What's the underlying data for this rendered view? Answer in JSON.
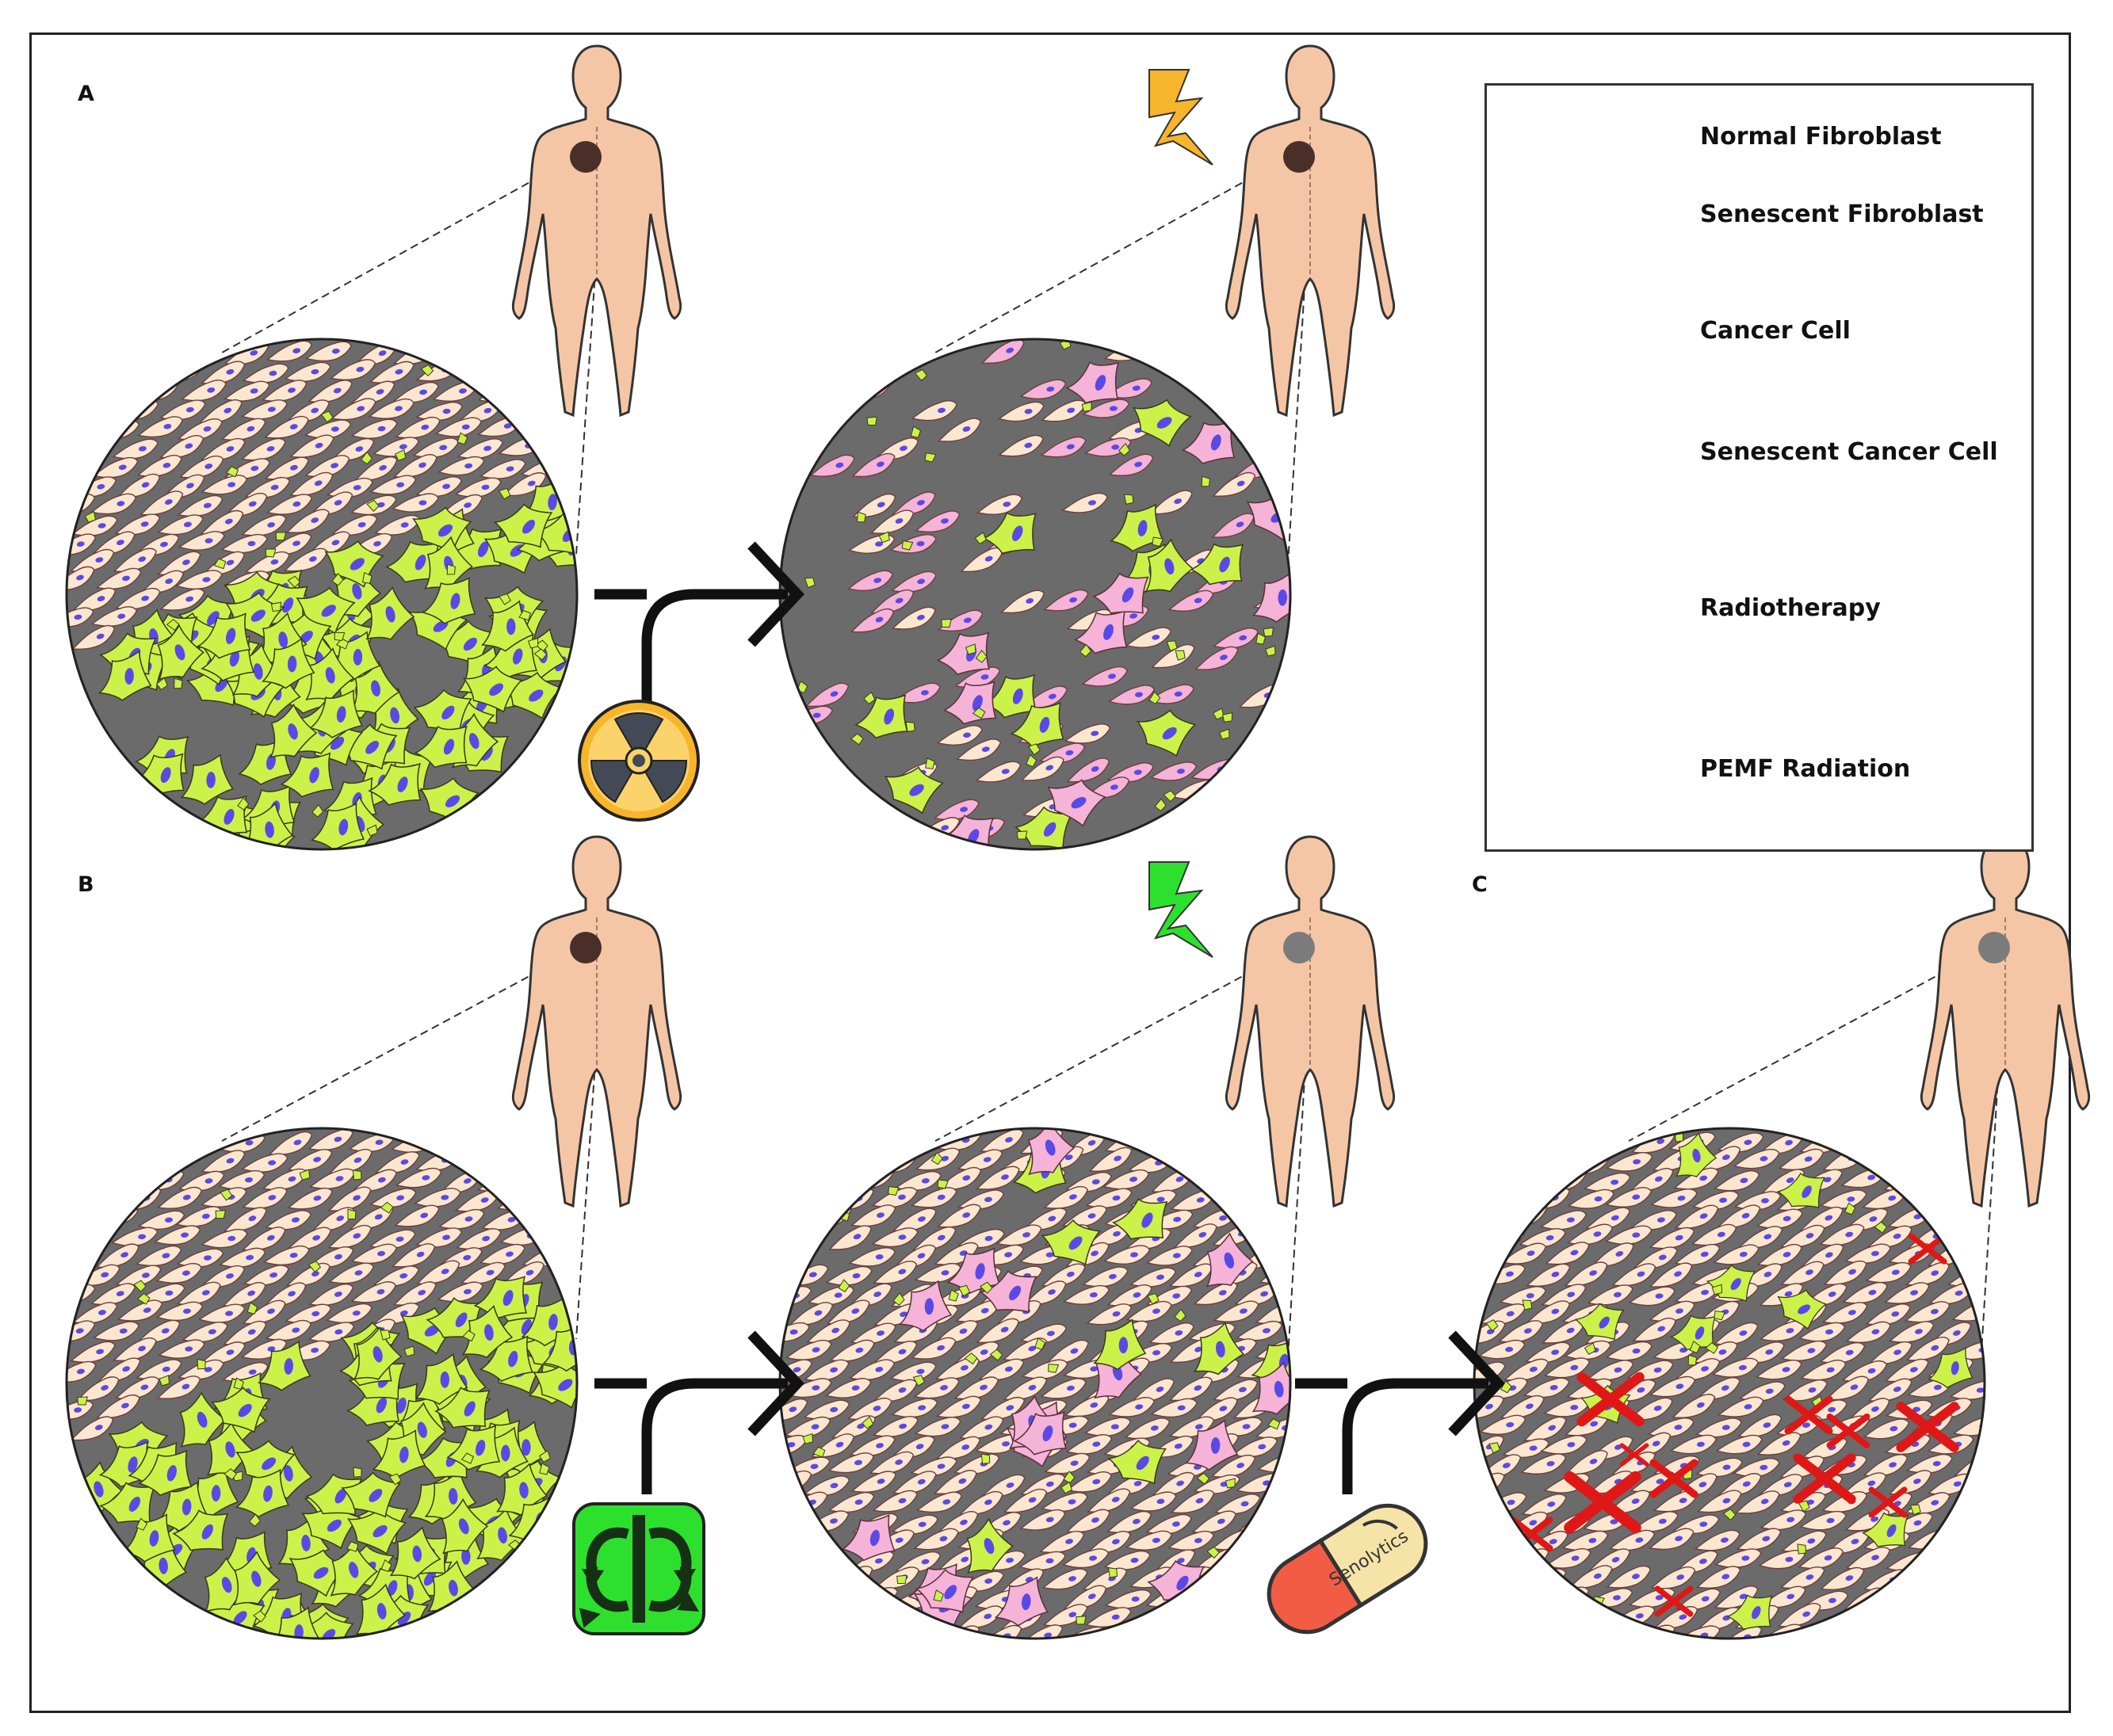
{
  "panels": {
    "a_label": "A",
    "b_label": "B",
    "c_label": "C"
  },
  "legend": {
    "items": [
      {
        "label": "Normal Fibroblast",
        "icon": "normal-fibroblast-icon"
      },
      {
        "label": "Senescent Fibroblast",
        "icon": "senescent-fibroblast-icon"
      },
      {
        "label": "Cancer Cell",
        "icon": "cancer-cell-icon"
      },
      {
        "label": "Senescent Cancer Cell",
        "icon": "senescent-cancer-cell-icon"
      },
      {
        "label": "Radiotherapy",
        "icon": "radiation-trefoil-icon"
      },
      {
        "label": "PEMF Radiation",
        "icon": "pemf-field-icon"
      }
    ]
  },
  "pill": {
    "label": "Senolytics"
  },
  "colors": {
    "tissue_background": "#6b6b6b",
    "skin": "#f5c6a5",
    "tumor": "#4a2f28",
    "treated_tumor": "#7b7b7b",
    "normal_fibroblast": "#fbe6cf",
    "senescent_cell": "#f4b3d7",
    "cancer_cell": "#ccf24a",
    "nucleus": "#5b49e6",
    "radiotherapy_bolt": "#f7b52c",
    "pemf_bolt": "#2ee02e",
    "pemf_icon": "#2ee02e",
    "senolytic_kill_mark": "#e01717"
  }
}
